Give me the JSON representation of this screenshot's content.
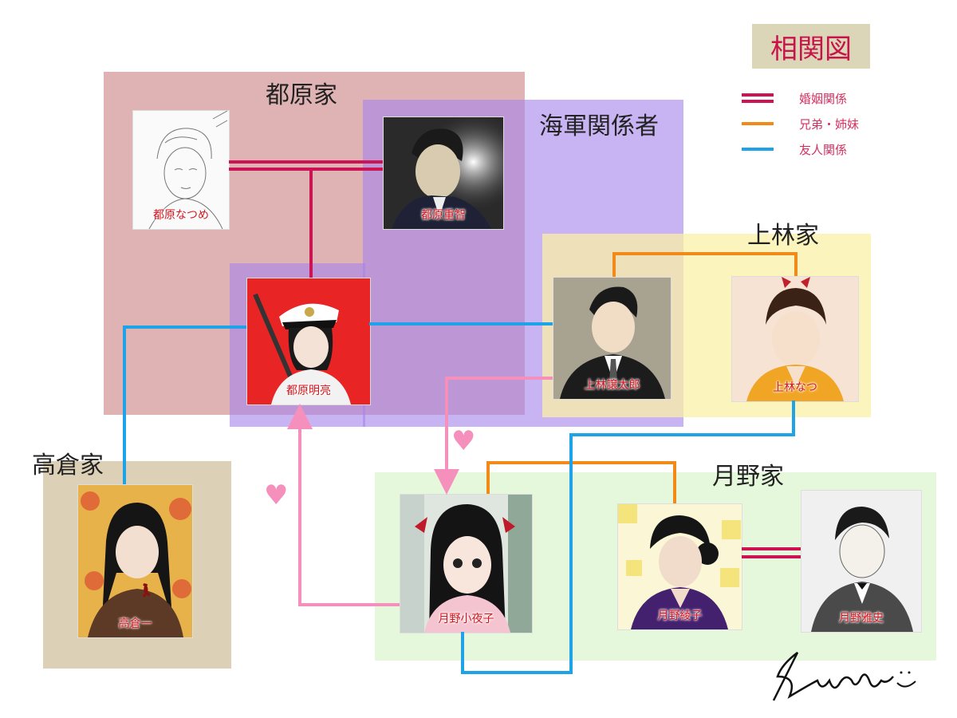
{
  "title": "相関図",
  "legend": [
    {
      "label": "婚姻関係",
      "color": "#cc1455",
      "style": "double"
    },
    {
      "label": "兄弟・姉妹",
      "color": "#f28a1a",
      "style": "single"
    },
    {
      "label": "友人関係",
      "color": "#1ea3e8",
      "style": "single"
    }
  ],
  "groups": {
    "miyakohara": {
      "label": "都原家",
      "color": "#dfb3b3"
    },
    "navy": {
      "label": "海軍関係者",
      "color": "#c6b0ee"
    },
    "kamibayashi": {
      "label": "上林家",
      "color": "#fbf4ba"
    },
    "takakura": {
      "label": "高倉家",
      "color": "#dcd0b6"
    },
    "tsukino": {
      "label": "月野家",
      "color": "#e8f8e0"
    }
  },
  "people": {
    "natsume": {
      "name": "都原なつめ"
    },
    "shigetomo": {
      "name": "都原重智"
    },
    "akisuke": {
      "name": "都原明亮"
    },
    "jotaro": {
      "name": "上林譲太郎"
    },
    "natsu": {
      "name": "上林なつ"
    },
    "hajime": {
      "name": "高倉一"
    },
    "sayoko": {
      "name": "月野小夜子"
    },
    "ayako": {
      "name": "月野綾子"
    },
    "masafumi": {
      "name": "月野雅史"
    }
  },
  "colors": {
    "marriage": "#cc1455",
    "sibling": "#f28a1a",
    "friend": "#1ea3e8",
    "love": "#f590bd"
  },
  "signature": "Saruku"
}
